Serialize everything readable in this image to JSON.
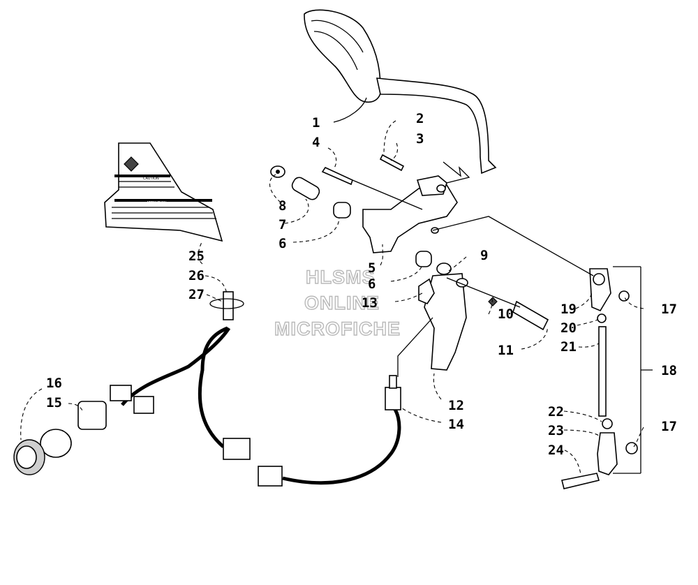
{
  "watermark": {
    "lines": [
      "HLSMS",
      "ONLINE",
      "MICROFICHE"
    ]
  },
  "callouts": [
    {
      "id": "c1",
      "label": "1"
    },
    {
      "id": "c2",
      "label": "2"
    },
    {
      "id": "c3",
      "label": "3"
    },
    {
      "id": "c4",
      "label": "4"
    },
    {
      "id": "c5",
      "label": "5"
    },
    {
      "id": "c6a",
      "label": "6"
    },
    {
      "id": "c6b",
      "label": "6"
    },
    {
      "id": "c7",
      "label": "7"
    },
    {
      "id": "c8",
      "label": "8"
    },
    {
      "id": "c9",
      "label": "9"
    },
    {
      "id": "c10",
      "label": "10"
    },
    {
      "id": "c11",
      "label": "11"
    },
    {
      "id": "c12",
      "label": "12"
    },
    {
      "id": "c13",
      "label": "13"
    },
    {
      "id": "c14",
      "label": "14"
    },
    {
      "id": "c15",
      "label": "15"
    },
    {
      "id": "c16",
      "label": "16"
    },
    {
      "id": "c17a",
      "label": "17"
    },
    {
      "id": "c17b",
      "label": "17"
    },
    {
      "id": "c18",
      "label": "18"
    },
    {
      "id": "c19",
      "label": "19"
    },
    {
      "id": "c20",
      "label": "20"
    },
    {
      "id": "c21",
      "label": "21"
    },
    {
      "id": "c22",
      "label": "22"
    },
    {
      "id": "c23",
      "label": "23"
    },
    {
      "id": "c24",
      "label": "24"
    },
    {
      "id": "c25",
      "label": "25"
    },
    {
      "id": "c26",
      "label": "26"
    },
    {
      "id": "c27",
      "label": "27"
    }
  ],
  "decal": {
    "caution": "CAUTION",
    "attention": "ATTENTION"
  }
}
